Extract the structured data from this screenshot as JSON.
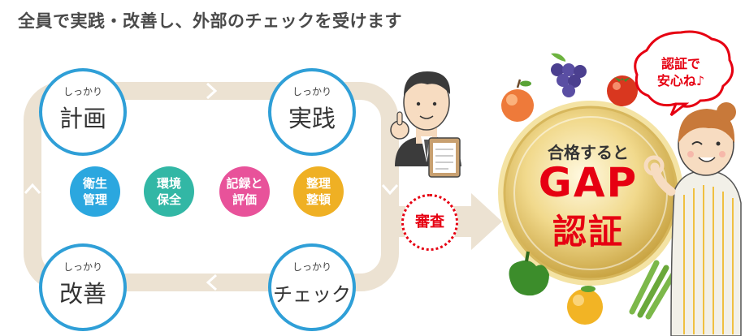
{
  "heading": "全員で実践・改善し、外部のチェックを受けます",
  "cycle": {
    "plan": {
      "sub": "しっかり",
      "main": "計画"
    },
    "do": {
      "sub": "しっかり",
      "main": "実践"
    },
    "improve": {
      "sub": "しっかり",
      "main": "改善"
    },
    "check": {
      "sub": "しっかり",
      "main": "チェック"
    }
  },
  "badges": [
    {
      "line1": "衛生",
      "line2": "管理",
      "color": "#2ba7df"
    },
    {
      "line1": "環境",
      "line2": "保全",
      "color": "#32b7a5"
    },
    {
      "line1": "記録と",
      "line2": "評価",
      "color": "#e8529a"
    },
    {
      "line1": "整理",
      "line2": "整頓",
      "color": "#efb024"
    }
  ],
  "review_label": "審査",
  "medal": {
    "line1": "合格すると",
    "gap": "GAP",
    "cert": "認証"
  },
  "speech_bubble": {
    "line1": "認証で",
    "line2": "安心ね♪"
  },
  "colors": {
    "accent_blue": "#2f9fd7",
    "accent_red": "#e60012",
    "loop_beige": "#ece2d2",
    "medal_gold": "#e7c567"
  }
}
